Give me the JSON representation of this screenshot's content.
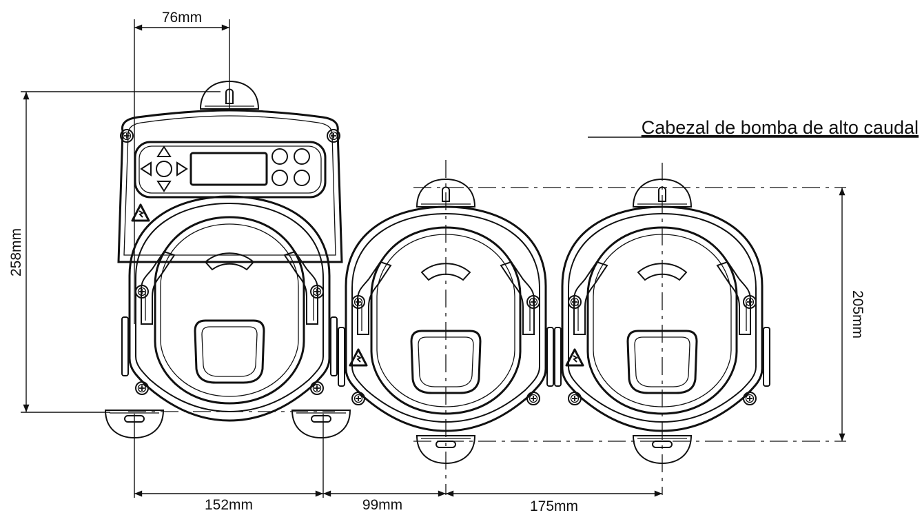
{
  "title": "Cabezal de bomba de alto caudal",
  "dimensions": {
    "top_width": "76mm",
    "total_height": "258mm",
    "head_height": "205mm",
    "base_width": "152mm",
    "offset_1": "99mm",
    "head_pitch": "175mm"
  },
  "keypad": {
    "arrows": [
      "up-arrow",
      "left-arrow",
      "right-arrow",
      "down-arrow"
    ],
    "round_buttons": 4
  },
  "icons": [
    "warning-icon",
    "screw-icon"
  ],
  "colors": {
    "line": "#111111",
    "background": "#ffffff"
  }
}
